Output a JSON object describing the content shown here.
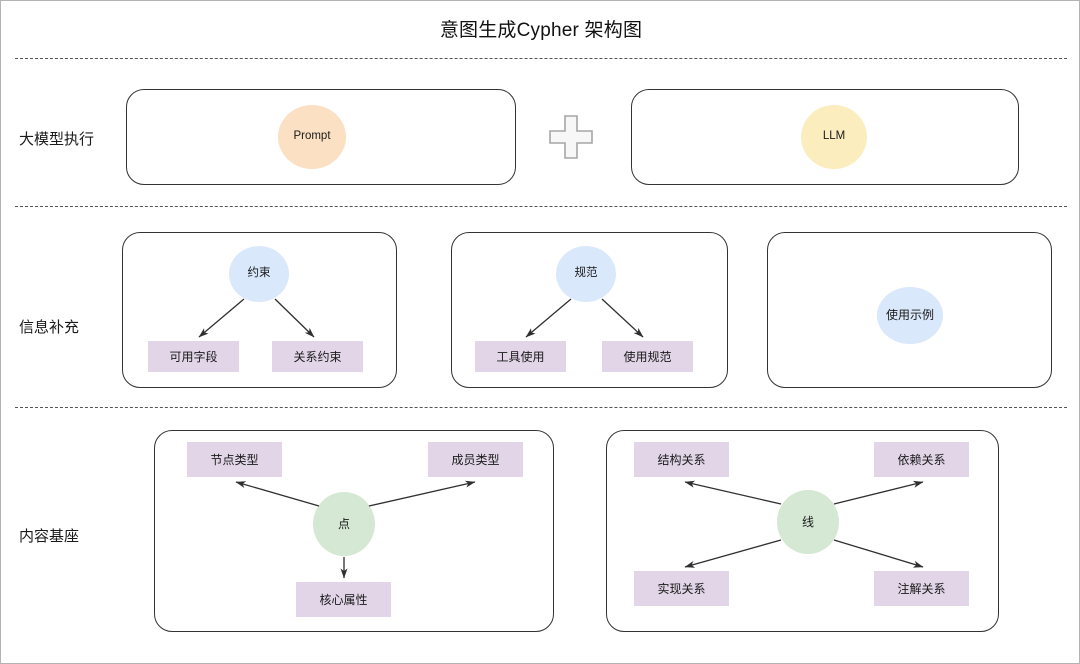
{
  "page": {
    "title": "意图生成Cypher 架构图",
    "background": "#ffffff",
    "border_color": "#b3b3b3"
  },
  "colors": {
    "prompt_fill": "#fbe0c3",
    "llm_fill": "#fcedbe",
    "blue_fill": "#dae8fc",
    "green_fill": "#d5e8d4",
    "purple_fill": "#e1d5e7",
    "panel_border": "#333333",
    "divider": "#545454",
    "arrow": "#2f2f2f",
    "plus_fill": "#f7f7f7",
    "plus_stroke": "#a6a6a6"
  },
  "rows": [
    {
      "label": "大模型执行",
      "panels": [
        {
          "name": "prompt-panel",
          "ellipses": [
            {
              "label": "Prompt",
              "fill_key": "prompt_fill"
            }
          ],
          "rects": []
        },
        {
          "name": "llm-panel",
          "ellipses": [
            {
              "label": "LLM",
              "fill_key": "llm_fill"
            }
          ],
          "rects": []
        }
      ],
      "connector": {
        "icon": "plus-icon"
      }
    },
    {
      "label": "信息补充",
      "panels": [
        {
          "name": "constraint-panel",
          "ellipses": [
            {
              "label": "约束",
              "fill_key": "blue_fill"
            }
          ],
          "rects": [
            {
              "label": "可用字段"
            },
            {
              "label": "关系约束"
            }
          ]
        },
        {
          "name": "specification-panel",
          "ellipses": [
            {
              "label": "规范",
              "fill_key": "blue_fill"
            }
          ],
          "rects": [
            {
              "label": "工具使用"
            },
            {
              "label": "使用规范"
            }
          ]
        },
        {
          "name": "examples-panel",
          "ellipses": [
            {
              "label": "使用示例",
              "fill_key": "blue_fill"
            }
          ],
          "rects": []
        }
      ]
    },
    {
      "label": "内容基座",
      "panels": [
        {
          "name": "node-panel",
          "ellipses": [
            {
              "label": "点",
              "fill_key": "green_fill"
            }
          ],
          "rects": [
            {
              "label": "节点类型"
            },
            {
              "label": "成员类型"
            },
            {
              "label": "核心属性"
            }
          ]
        },
        {
          "name": "edge-panel",
          "ellipses": [
            {
              "label": "线",
              "fill_key": "green_fill"
            }
          ],
          "rects": [
            {
              "label": "结构关系"
            },
            {
              "label": "依赖关系"
            },
            {
              "label": "实现关系"
            },
            {
              "label": "注解关系"
            }
          ]
        }
      ]
    }
  ]
}
